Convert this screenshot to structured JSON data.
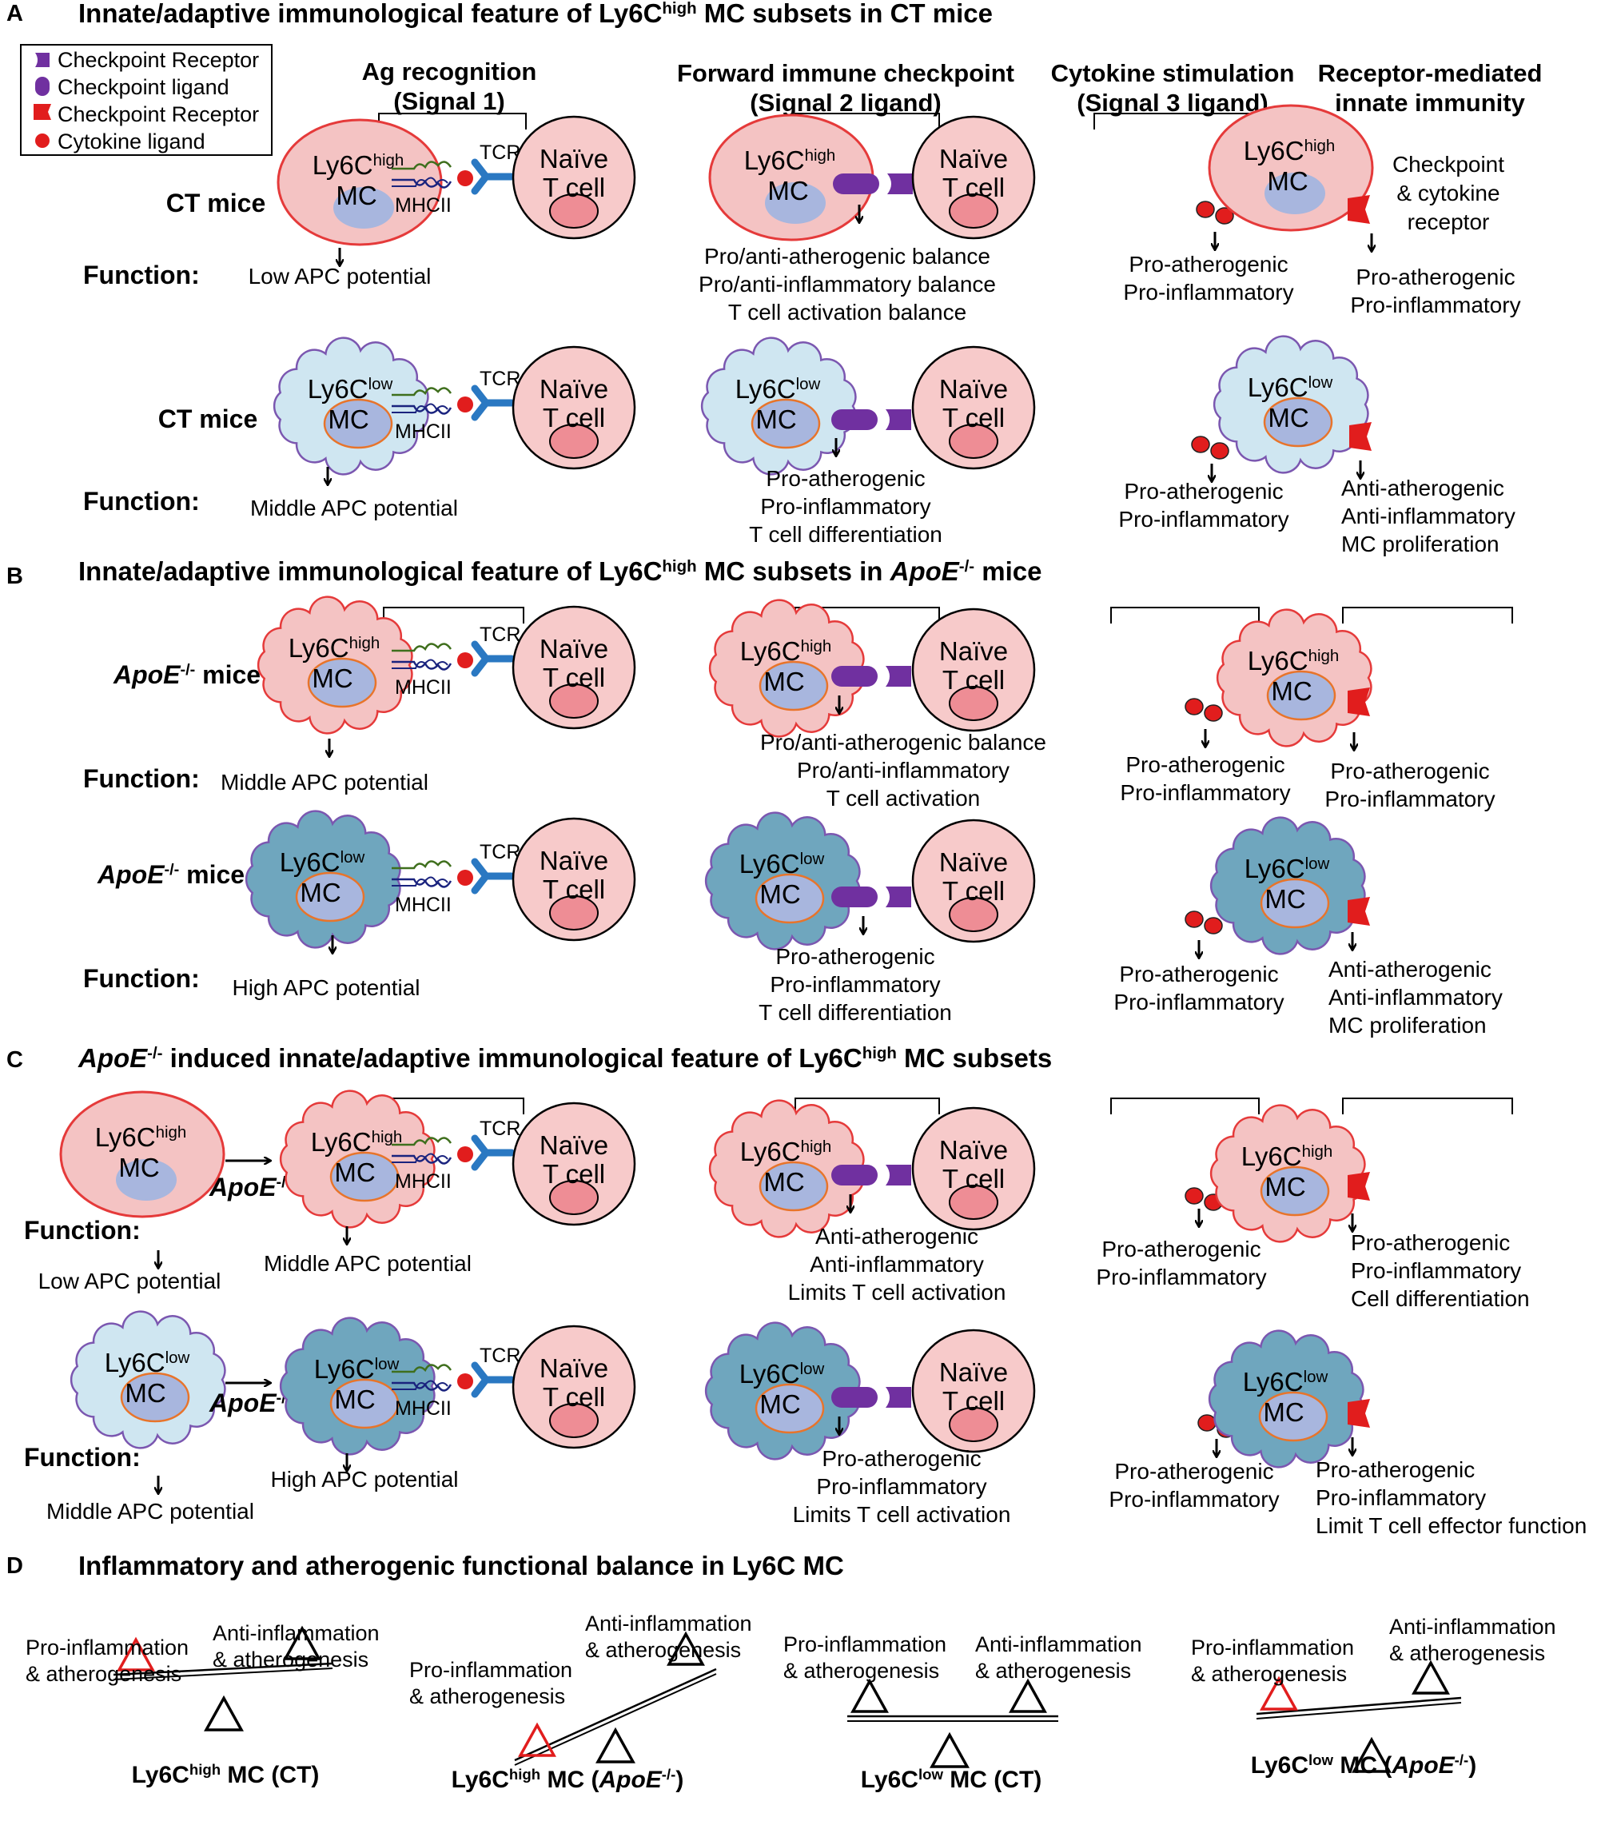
{
  "colors": {
    "high_fill": "#f4c3c3",
    "high_stroke": "#e53a3a",
    "low_ct_fill": "#cfe6f1",
    "low_apoe_fill": "#6fa6be",
    "low_stroke": "#7b57b0",
    "nucleus": "#a8b6de",
    "nucleus_ring": "#e8742a",
    "tcell_fill": "#f7caca",
    "tcell_nucleus": "#ee8d95",
    "purple": "#7030a0",
    "red": "#e11d1d",
    "tcr": "#2a78c2",
    "mhc_green": "#3f6f1d",
    "mhc_navy": "#1a237e"
  },
  "legend": {
    "items": [
      {
        "label": "Checkpoint Receptor",
        "icon": "purple-receptor-icon"
      },
      {
        "label": "Checkpoint ligand",
        "icon": "purple-ligand-icon"
      },
      {
        "label": "Checkpoint Receptor",
        "icon": "red-receptor-icon"
      },
      {
        "label": "Cytokine ligand",
        "icon": "red-cytokine-icon"
      }
    ]
  },
  "panels": {
    "a": {
      "letter": "A",
      "title_pre": "Innate/adaptive immunological feature of Ly6C",
      "title_sup": "high",
      "title_post": " MC subsets in CT mice"
    },
    "b": {
      "letter": "B",
      "title_pre": "Innate/adaptive immunological feature of Ly6C",
      "title_sup": "high",
      "title_mid": " MC subsets in ",
      "title_italic": "ApoE",
      "title_sup2": "-/-",
      "title_post": " mice"
    },
    "c": {
      "letter": "C",
      "title_italic": "ApoE",
      "title_sup2": "-/-",
      "title_pre": " induced innate/adaptive immunological feature of Ly6C",
      "title_sup": "high",
      "title_post": " MC subsets"
    },
    "d": {
      "letter": "D",
      "title": "Inflammatory and atherogenic functional balance in Ly6C MC"
    }
  },
  "columns": {
    "ag": [
      "Ag recognition",
      "(Signal 1)"
    ],
    "checkpoint": [
      "Forward immune checkpoint",
      "(Signal 2 ligand)"
    ],
    "cytokine": [
      "Cytokine stimulation",
      "(Signal 3 ligand)"
    ],
    "receptor": [
      "Receptor-mediated",
      "innate immunity"
    ]
  },
  "common": {
    "ly6c": "Ly6C",
    "high": "high",
    "low": "low",
    "mc": "MC",
    "naive": "Naïve",
    "tcell": "T cell",
    "tcr": "TCR",
    "mhcii": "MHCII",
    "function": "Function:",
    "ct_mice": "CT mice",
    "apoe": "ApoE",
    "apoe_sup": "-/-",
    "mice": " mice",
    "checkpoint_receptor_text": [
      "Checkpoint",
      "& cytokine",
      "receptor"
    ]
  },
  "apc": {
    "a1": "Low APC potential",
    "a2": "Middle APC potential",
    "b1": "Middle APC potential",
    "b2": "High APC potential",
    "c1_before": "Low APC potential",
    "c1_after": "Middle APC potential",
    "c2_before": "Middle APC potential",
    "c2_after": "High APC potential"
  },
  "effects": {
    "a1_cp": [
      "Pro/anti-atherogenic balance",
      "Pro/anti-inflammatory  balance",
      "T cell activation balance"
    ],
    "a1_cy": [
      "Pro-atherogenic",
      "Pro-inflammatory"
    ],
    "a1_rc": [
      "Pro-atherogenic",
      "Pro-inflammatory"
    ],
    "a2_cp": [
      "Pro-atherogenic",
      "Pro-inflammatory",
      "T cell differentiation"
    ],
    "a2_cy": [
      "Pro-atherogenic",
      "Pro-inflammatory"
    ],
    "a2_rc": [
      "Anti-atherogenic",
      "Anti-inflammatory",
      "MC proliferation"
    ],
    "b1_cp": [
      "Pro/anti-atherogenic balance",
      "Pro/anti-inflammatory",
      "T cell activation"
    ],
    "b1_cy": [
      "Pro-atherogenic",
      "Pro-inflammatory"
    ],
    "b1_rc": [
      "Pro-atherogenic",
      "Pro-inflammatory"
    ],
    "b2_cp": [
      "Pro-atherogenic",
      "Pro-inflammatory",
      "T cell differentiation"
    ],
    "b2_cy": [
      "Pro-atherogenic",
      "Pro-inflammatory"
    ],
    "b2_rc": [
      "Anti-atherogenic",
      "Anti-inflammatory",
      "MC proliferation"
    ],
    "c1_cp": [
      "Anti-atherogenic",
      "Anti-inflammatory",
      "Limits T cell activation"
    ],
    "c1_cy": [
      "Pro-atherogenic",
      "Pro-inflammatory"
    ],
    "c1_rc": [
      "Pro-atherogenic",
      "Pro-inflammatory",
      "Cell differentiation"
    ],
    "c2_cp": [
      "Pro-atherogenic",
      "Pro-inflammatory",
      "Limits T cell activation"
    ],
    "c2_cy": [
      "Pro-atherogenic",
      "Pro-inflammatory"
    ],
    "c2_rc": [
      "Pro-atherogenic",
      "Pro-inflammatory",
      "Limit T cell effector function"
    ]
  },
  "balance": {
    "pro": [
      "Pro-inflammation",
      "& atherogenesis"
    ],
    "anti": [
      "Anti-inflammation",
      "& atherogenesis"
    ],
    "scales": [
      {
        "subset": "Ly6C",
        "sup": "high",
        "suffix": " MC (CT)",
        "italic": "",
        "tilt": "left-down",
        "pro_red": true
      },
      {
        "subset": "Ly6C",
        "sup": "high",
        "suffix": " MC (",
        "italic": "ApoE",
        "sup2": "-/-",
        "end": ")",
        "tilt": "left-down-strong",
        "pro_red": true
      },
      {
        "subset": "Ly6C",
        "sup": "low",
        "suffix": " MC (CT)",
        "italic": "",
        "tilt": "level",
        "pro_red": false
      },
      {
        "subset": "Ly6C",
        "sup": "low",
        "suffix": " MC (",
        "italic": "ApoE",
        "sup2": "-/-",
        "end": ")",
        "tilt": "left-down",
        "pro_red": true
      }
    ]
  }
}
